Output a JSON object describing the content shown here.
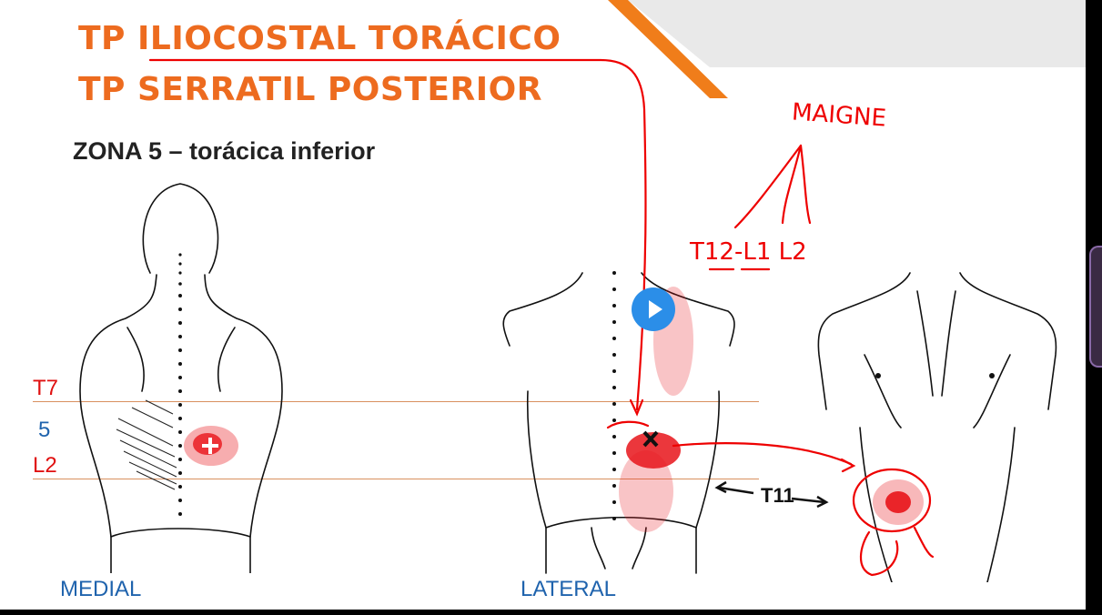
{
  "slide": {
    "title_line1_prefix": "TP ",
    "title_line1_main": "ILIOCOSTAL TORÁCICO",
    "title_line2": "TP SERRATIL POSTERIOR",
    "subtitle": "ZONA 5 – torácica inferior",
    "levels": {
      "top": "T7",
      "zone": "5",
      "bottom": "L2"
    },
    "views": {
      "left": "MEDIAL",
      "right": "LATERAL"
    },
    "annotation_t11": "T11",
    "handwritten": {
      "maigne": "MAIGNE",
      "vertebrae": "T12-L1 L2"
    }
  },
  "colors": {
    "title": "#ed6b1f",
    "level_red": "#e01010",
    "level_blue": "#1f63ad",
    "view_label": "#1f63ad",
    "pain_red": "#e8141a",
    "play_button": "#2b8ee8",
    "accent_bar": "#f07d1a"
  },
  "icons": {
    "play": "play-icon"
  }
}
